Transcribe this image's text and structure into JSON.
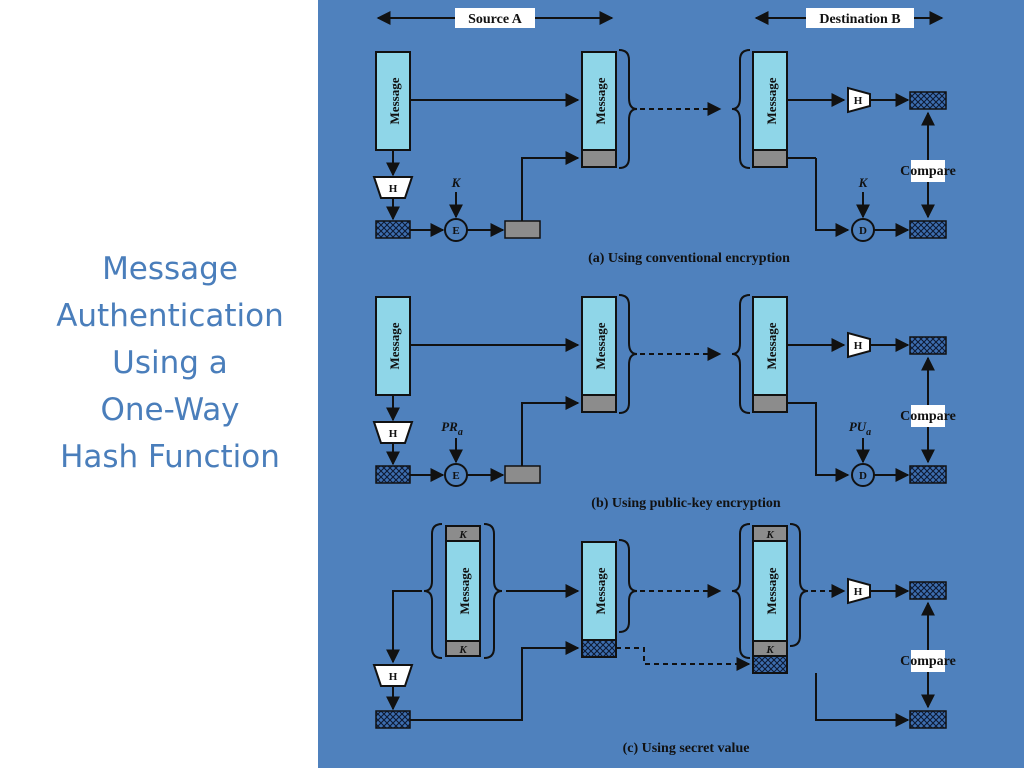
{
  "slide": {
    "title_lines": [
      "Message",
      "Authentication",
      "Using a",
      "One-Way",
      "Hash Function"
    ]
  },
  "colors": {
    "panel": "#4f81bd",
    "message_box": "#8fd6e8",
    "tag_box": "#8c8c8c",
    "ink": "#111111"
  },
  "diagram": {
    "source": "Source A",
    "destination": "Destination B",
    "message": "Message",
    "hash": "H",
    "encrypt": "E",
    "decrypt": "D",
    "compare": "Compare",
    "key": "K",
    "private_key": "PR",
    "private_key_sub": "a",
    "public_key": "PU",
    "public_key_sub": "a",
    "caption_a": "(a) Using conventional encryption",
    "caption_b": "(b) Using public-key encryption",
    "caption_c": "(c) Using secret value"
  }
}
